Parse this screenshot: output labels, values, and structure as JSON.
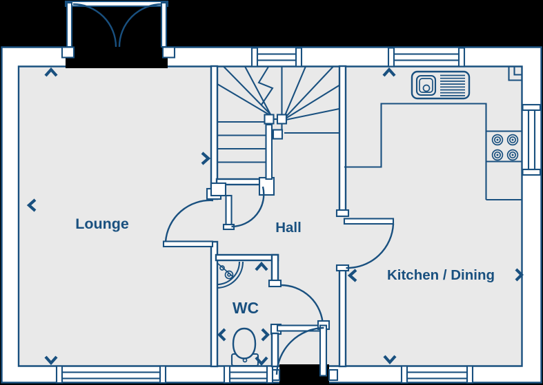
{
  "colors": {
    "line": "#19507f",
    "floor": "#e9e9e9",
    "wall": "#ffffff",
    "outside": "#000000"
  },
  "rooms": [
    {
      "id": "lounge",
      "label": "Lounge"
    },
    {
      "id": "hall",
      "label": "Hall"
    },
    {
      "id": "wc",
      "label": "WC"
    },
    {
      "id": "kitchen_dining",
      "label": "Kitchen / Dining"
    }
  ],
  "fixtures": [
    "front-double-door-icon",
    "staircase-icon",
    "sink-drainer-icon",
    "hob-four-burner-icon",
    "corner-basin-icon",
    "toilet-icon",
    "window-icon",
    "door-swing-icon",
    "dimension-arrow-icon"
  ]
}
